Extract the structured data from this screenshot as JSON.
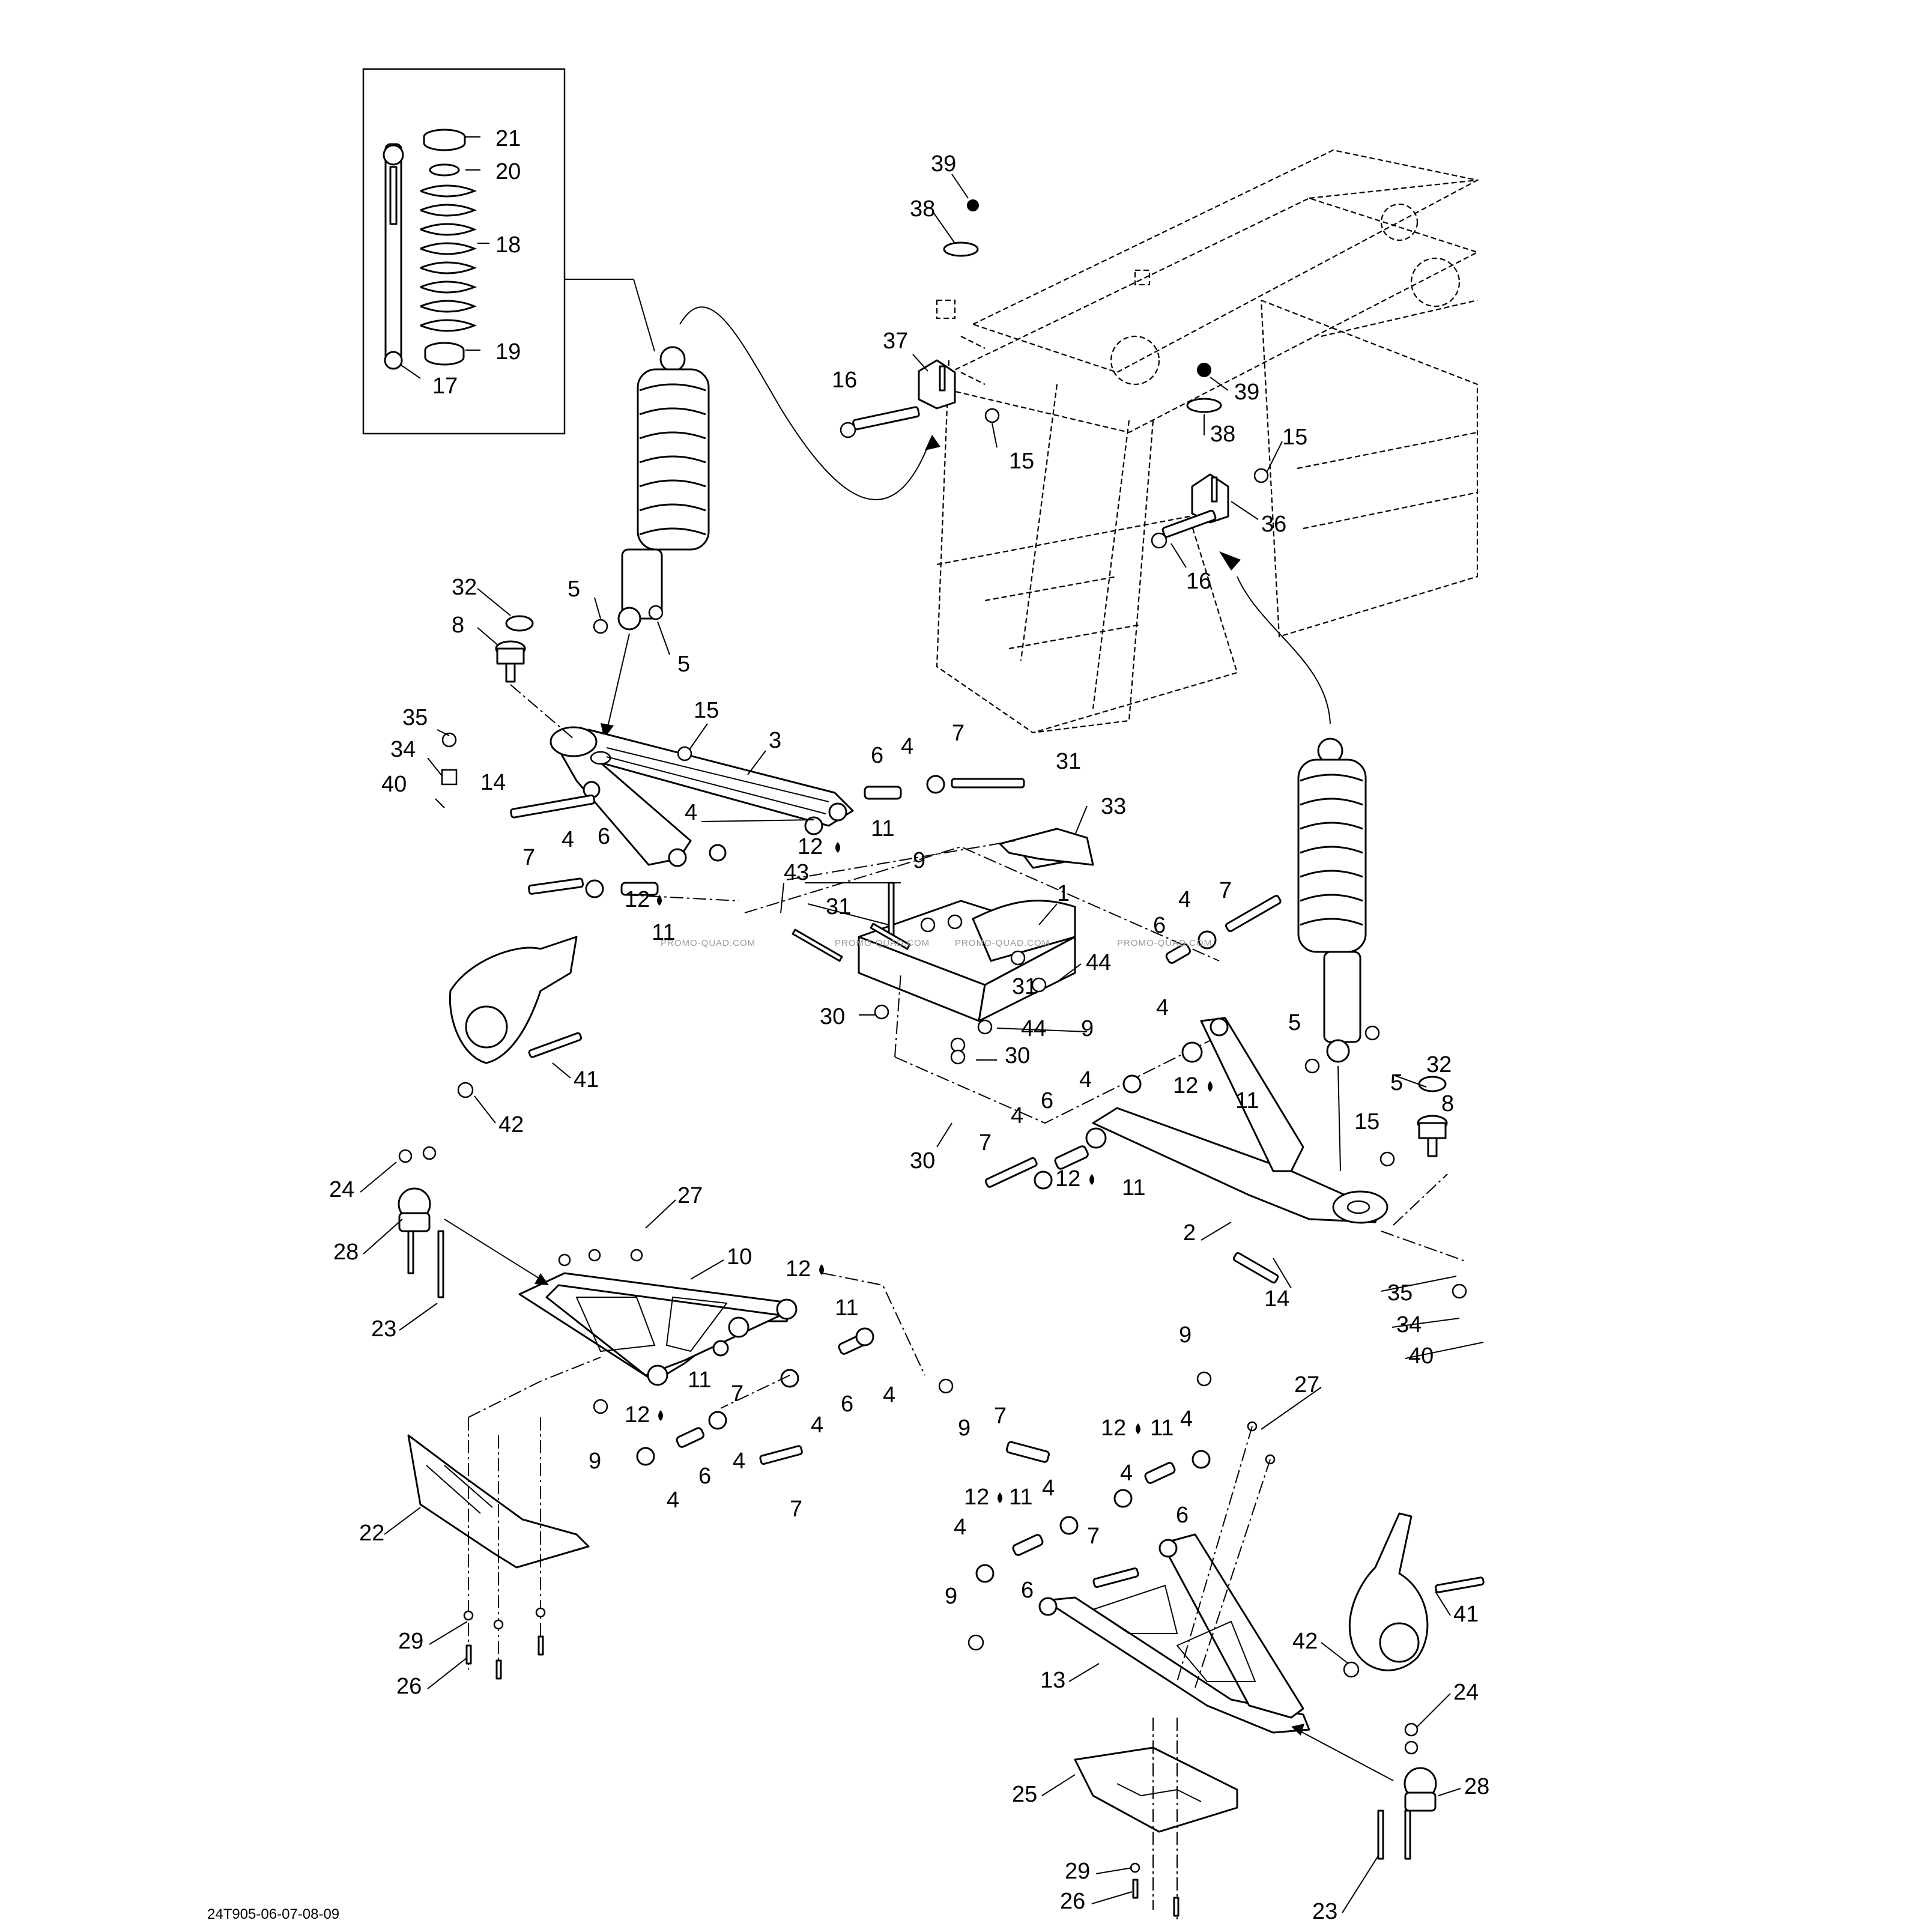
{
  "diagram": {
    "reference_code": "24T905-06-07-08-09",
    "watermark": "PROMO-QUAD.COM",
    "callouts": {
      "n1": "1",
      "n2": "2",
      "n3": "3",
      "n4": "4",
      "n5": "5",
      "n6": "6",
      "n7": "7",
      "n8": "8",
      "n9": "9",
      "n10": "10",
      "n11": "11",
      "n12": "12",
      "n13": "13",
      "n14": "14",
      "n15": "15",
      "n16": "16",
      "n17": "17",
      "n18": "18",
      "n19": "19",
      "n20": "20",
      "n21": "21",
      "n22": "22",
      "n23": "23",
      "n24": "24",
      "n25": "25",
      "n26": "26",
      "n27": "27",
      "n28": "28",
      "n29": "29",
      "n30": "30",
      "n31": "31",
      "n32": "32",
      "n33": "33",
      "n34": "34",
      "n35": "35",
      "n36": "36",
      "n37": "37",
      "n38": "38",
      "n39": "39",
      "n40": "40",
      "n41": "41",
      "n42": "42",
      "n43": "43",
      "n44": "44"
    }
  }
}
